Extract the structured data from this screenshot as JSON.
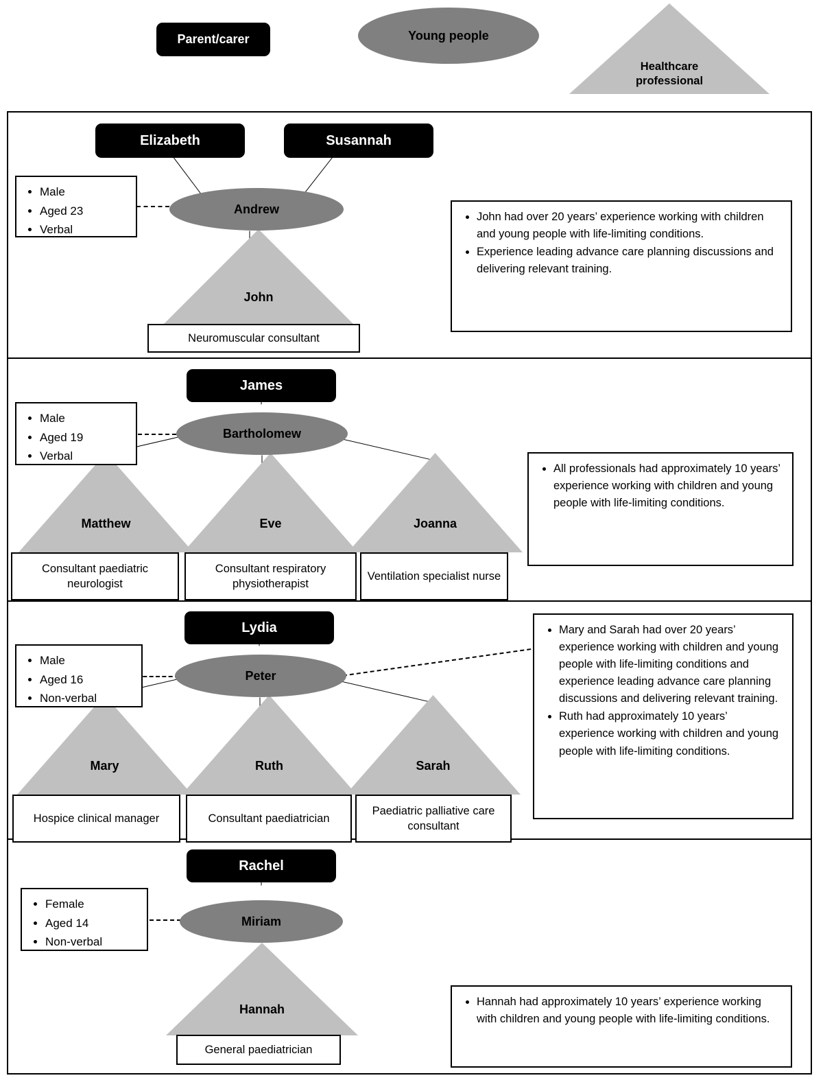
{
  "legend": {
    "parent_carer": "Parent/carer",
    "young_people": "Young people",
    "healthcare_professional_line1": "Healthcare",
    "healthcare_professional_line2": "professional"
  },
  "colors": {
    "parent_box": "#000000",
    "parent_text": "#ffffff",
    "young_person_ellipse": "#808080",
    "professional_triangle": "#c0c0c0",
    "border": "#000000",
    "page_background": "#ffffff"
  },
  "cases": [
    {
      "id": "case-andrew",
      "young_person": "Andrew",
      "attributes": [
        "Male",
        "Aged 23",
        "Verbal"
      ],
      "parents": [
        "Elizabeth",
        "Susannah"
      ],
      "professionals": [
        {
          "name": "John",
          "role": "Neuromuscular consultant"
        }
      ],
      "experience": [
        "John had over 20 years’ experience working with children and young people with life-limiting conditions.",
        "Experience leading advance care planning discussions and delivering relevant training."
      ]
    },
    {
      "id": "case-bartholomew",
      "young_person": "Bartholomew",
      "attributes": [
        "Male",
        "Aged 19",
        "Verbal"
      ],
      "parents": [
        "James"
      ],
      "professionals": [
        {
          "name": "Matthew",
          "role": "Consultant paediatric neurologist"
        },
        {
          "name": "Eve",
          "role": "Consultant respiratory physiotherapist"
        },
        {
          "name": "Joanna",
          "role": "Ventilation specialist nurse"
        }
      ],
      "experience": [
        "All professionals had approximately 10 years’ experience working with children and young people with life-limiting conditions."
      ]
    },
    {
      "id": "case-peter",
      "young_person": "Peter",
      "attributes": [
        "Male",
        "Aged 16",
        "Non-verbal"
      ],
      "parents": [
        "Lydia"
      ],
      "professionals": [
        {
          "name": "Mary",
          "role": "Hospice clinical manager"
        },
        {
          "name": "Ruth",
          "role": "Consultant paediatrician"
        },
        {
          "name": "Sarah",
          "role": "Paediatric palliative care consultant"
        }
      ],
      "experience": [
        "Mary and Sarah had over 20 years’ experience working with children and young people with life-limiting conditions and experience leading advance care planning discussions and delivering relevant training.",
        "Ruth had approximately 10 years’ experience working with children and young people with life-limiting conditions."
      ]
    },
    {
      "id": "case-miriam",
      "young_person": "Miriam",
      "attributes": [
        "Female",
        "Aged 14",
        "Non-verbal"
      ],
      "parents": [
        "Rachel"
      ],
      "professionals": [
        {
          "name": "Hannah",
          "role": "General paediatrician"
        }
      ],
      "experience": [
        "Hannah had approximately 10 years’ experience working with children and young people with life-limiting conditions."
      ]
    }
  ]
}
